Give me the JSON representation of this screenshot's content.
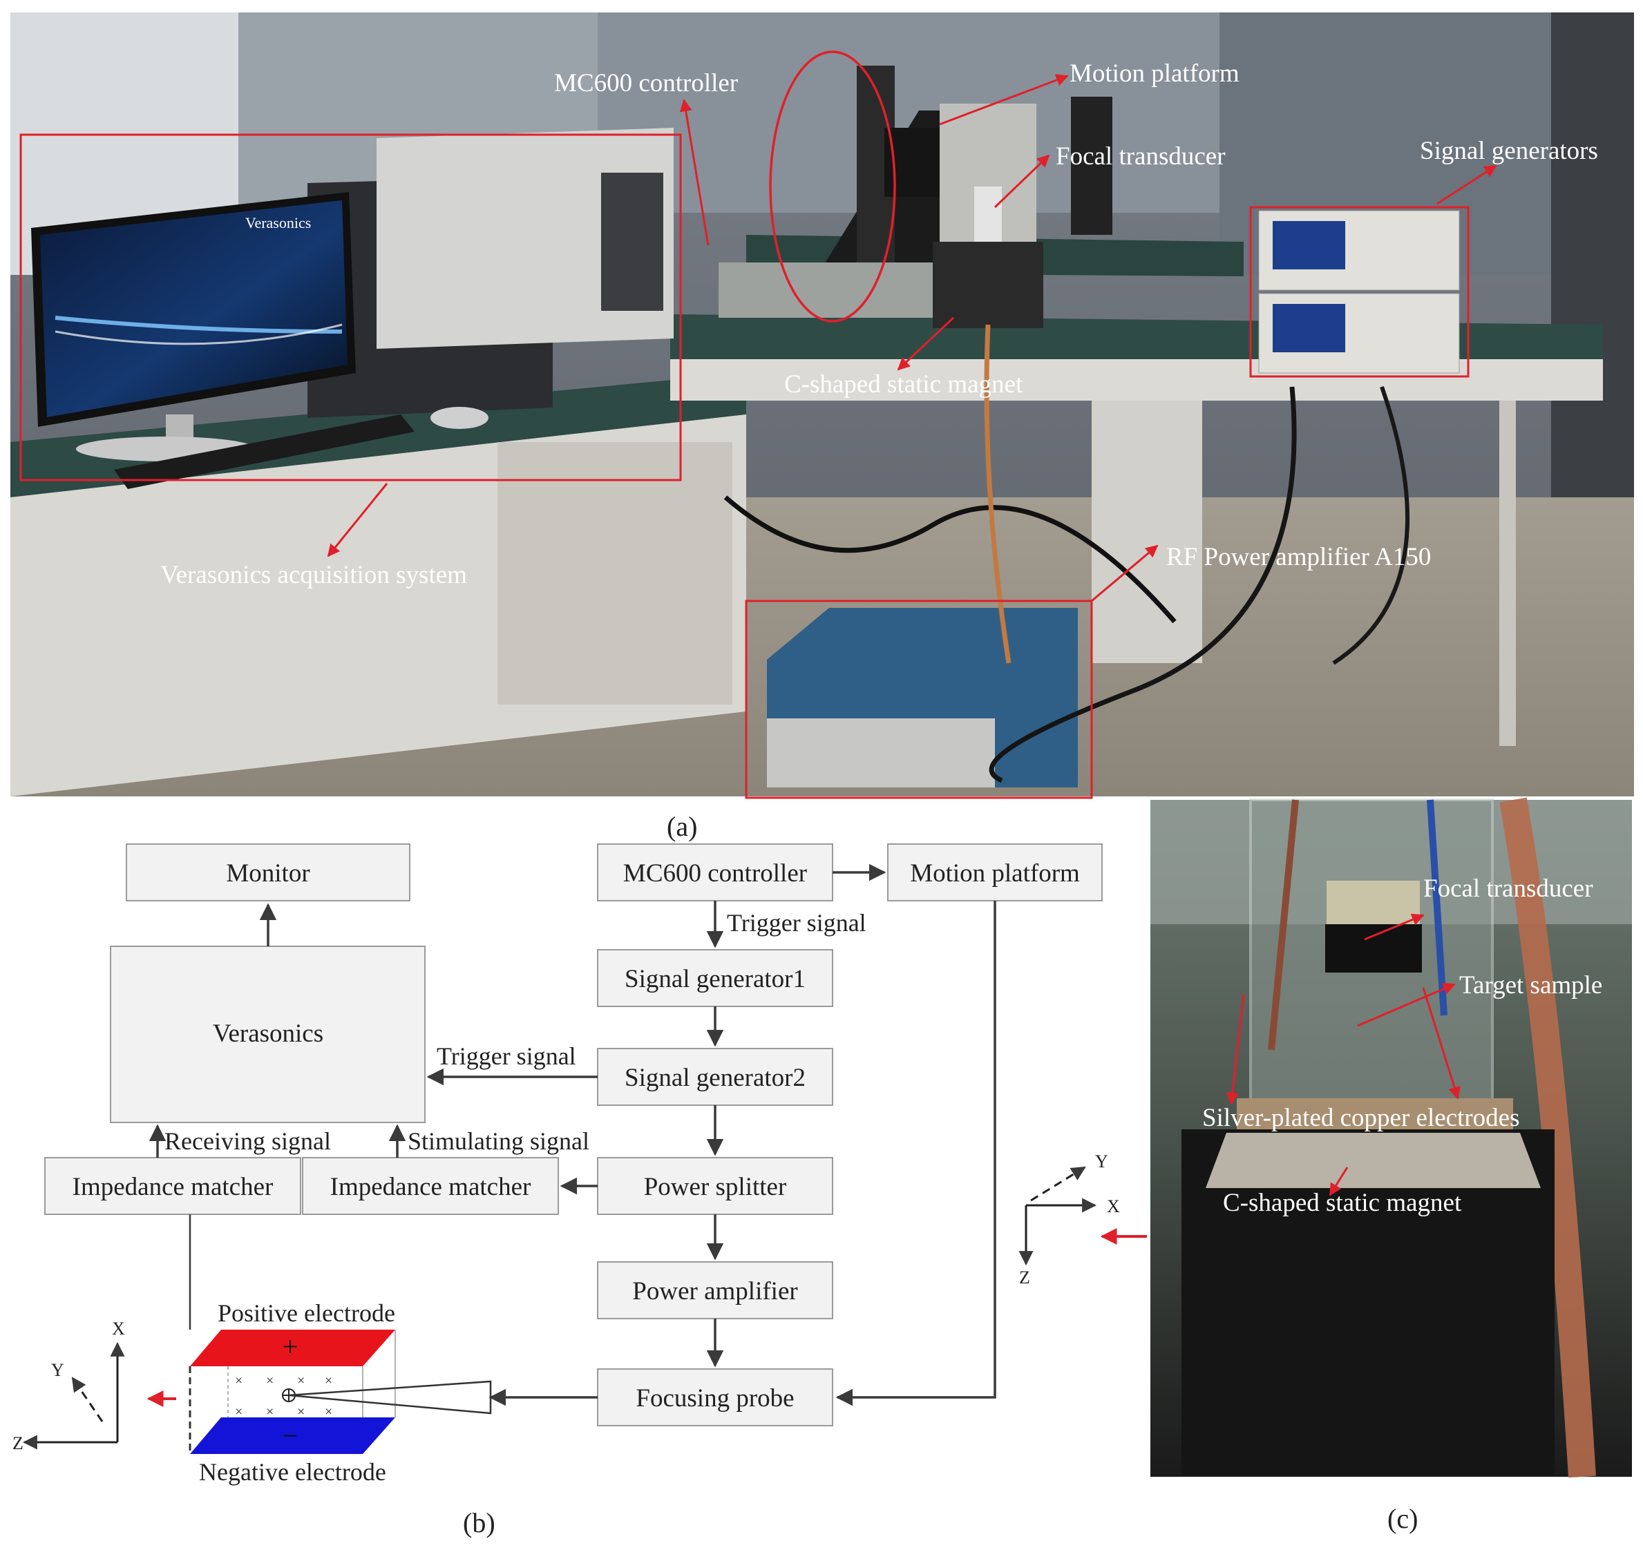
{
  "colors": {
    "annotation": "#e0202a",
    "box_fill": "#f2f2f2",
    "box_stroke": "#9a9a9a",
    "arrow": "#3a3a3a",
    "positive_electrode": "#e8141c",
    "negative_electrode": "#1414d8"
  },
  "panel_a": {
    "caption": "(a)",
    "labels": {
      "mc600": "MC600 controller",
      "motion_platform": "Motion platform",
      "focal_transducer": "Focal transducer",
      "signal_generators": "Signal generators",
      "c_magnet": "C-shaped static magnet",
      "verasonics": "Verasonics acquisition system",
      "rf_amp": "RF Power amplifier A150",
      "screen_brand": "Verasonics"
    }
  },
  "panel_b": {
    "caption": "(b)",
    "boxes": {
      "monitor": "Monitor",
      "verasonics": "Verasonics",
      "mc600": "MC600 controller",
      "motion_platform": "Motion platform",
      "sg1": "Signal generator1",
      "sg2": "Signal generator2",
      "splitter": "Power splitter",
      "amplifier": "Power amplifier",
      "probe": "Focusing probe",
      "imp1": "Impedance matcher",
      "imp2": "Impedance matcher"
    },
    "annotations": {
      "trigger1": "Trigger signal",
      "trigger2": "Trigger signal",
      "receiving": "Receiving signal",
      "stimulating": "Stimulating signal",
      "positive": "Positive electrode",
      "negative": "Negative electrode",
      "plus_sign": "+",
      "minus_sign": "−"
    },
    "axes": {
      "x": "X",
      "y": "Y",
      "z": "Z"
    }
  },
  "panel_c": {
    "caption": "(c)",
    "labels": {
      "focal_transducer": "Focal transducer",
      "target_sample": "Target sample",
      "electrodes": "Silver-plated copper electrodes",
      "c_magnet": "C-shaped static magnet"
    },
    "axes": {
      "x": "X",
      "y": "Y",
      "z": "Z"
    }
  }
}
